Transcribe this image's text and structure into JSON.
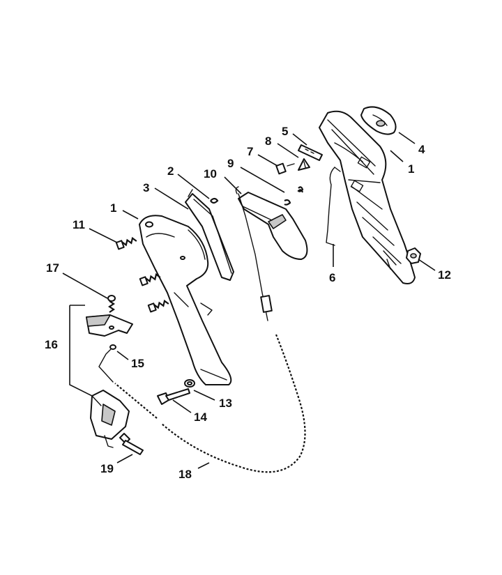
{
  "labels": [
    {
      "key": "part-1-left",
      "text": "1"
    },
    {
      "key": "part-1-right",
      "text": "1"
    },
    {
      "key": "part-2",
      "text": "2"
    },
    {
      "key": "part-3",
      "text": "3"
    },
    {
      "key": "part-4",
      "text": "4"
    },
    {
      "key": "part-5",
      "text": "5"
    },
    {
      "key": "part-6",
      "text": "6"
    },
    {
      "key": "part-7",
      "text": "7"
    },
    {
      "key": "part-8",
      "text": "8"
    },
    {
      "key": "part-9",
      "text": "9"
    },
    {
      "key": "part-10",
      "text": "10"
    },
    {
      "key": "part-11",
      "text": "11"
    },
    {
      "key": "part-12",
      "text": "12"
    },
    {
      "key": "part-13",
      "text": "13"
    },
    {
      "key": "part-14",
      "text": "14"
    },
    {
      "key": "part-15",
      "text": "15"
    },
    {
      "key": "part-16",
      "text": "16"
    },
    {
      "key": "part-17",
      "text": "17"
    },
    {
      "key": "part-18",
      "text": "18"
    },
    {
      "key": "part-19",
      "text": "19"
    }
  ],
  "colors": {
    "line": "#111111",
    "shade": "#c8c8c8",
    "background": "#ffffff"
  }
}
